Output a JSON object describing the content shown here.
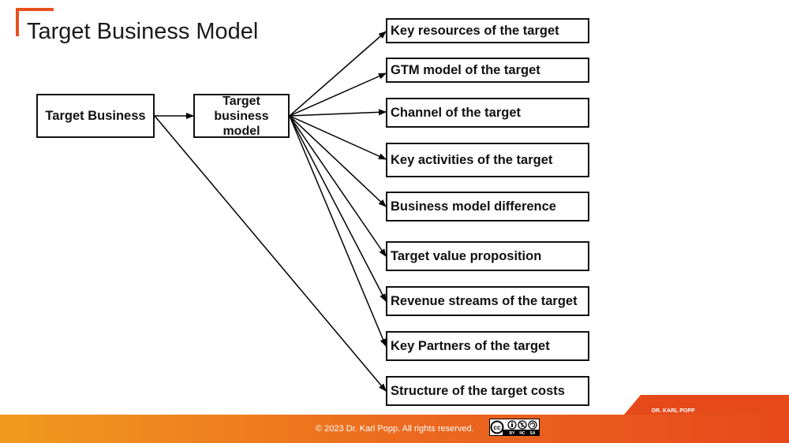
{
  "slide": {
    "title": "Target Business Model",
    "accent_color": "#e8501e"
  },
  "diagram": {
    "source": "Target Business",
    "middle": "Target business model",
    "targets": [
      "Key resources of the target",
      "GTM model of the target",
      "Channel of the target",
      "Key activities of the target",
      "Business model difference",
      "Target value proposition",
      "Revenue streams of the target",
      "Key Partners of the target",
      "Structure of the  target costs"
    ]
  },
  "footer": {
    "author": "DR. KARL POPP",
    "copyright": "© 2023 Dr. Karl Popp. All rights reserved.",
    "license_icon": "creative-commons-by-nc-sa-badge",
    "license_badge_labels": [
      "BY",
      "NC",
      "SA"
    ],
    "gradient_colors": [
      "#f19a1d",
      "#e6491b"
    ]
  }
}
